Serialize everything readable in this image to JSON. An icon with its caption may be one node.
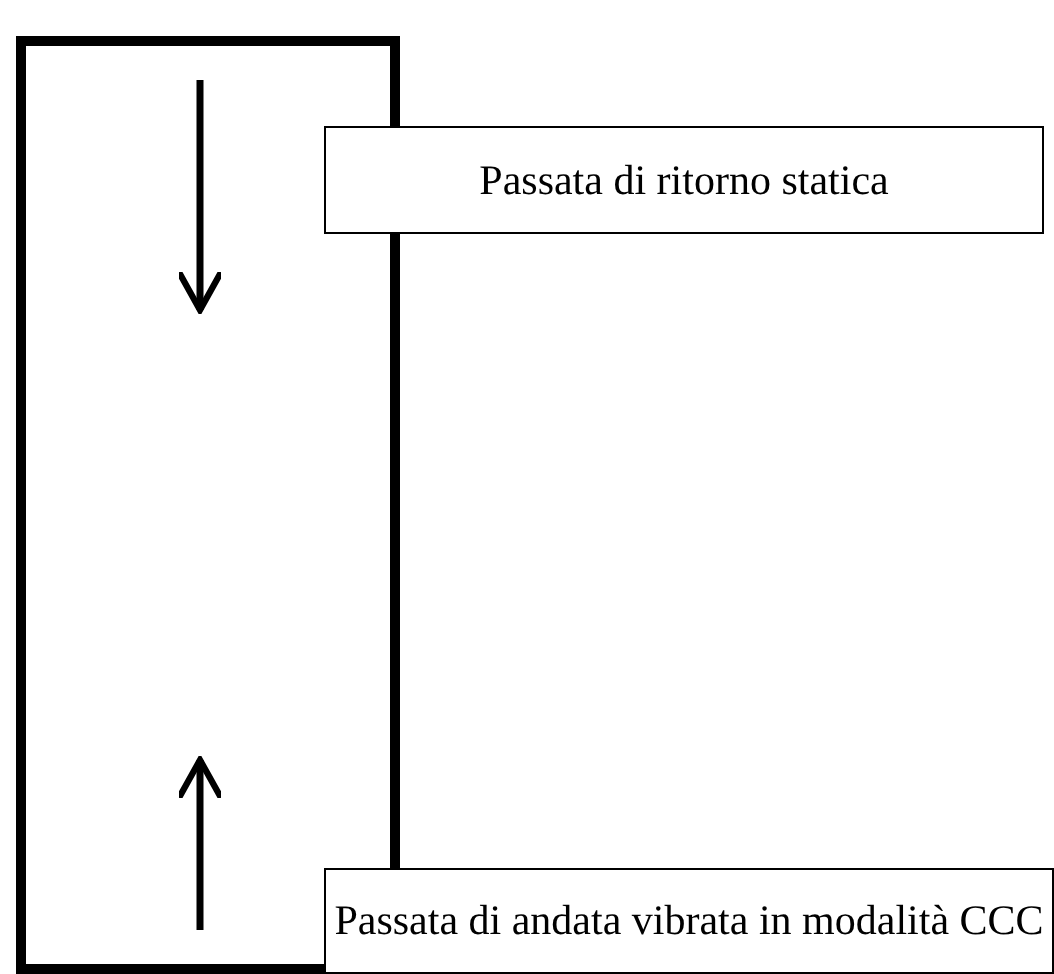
{
  "diagram": {
    "nodes": [
      {
        "text": [],
        "shape": "box"
      },
      {
        "text": [
          "Passata di ritorno statica"
        ]
      },
      {
        "text": [
          "Passata di andata vibrata in modalità CCC"
        ]
      }
    ]
  }
}
